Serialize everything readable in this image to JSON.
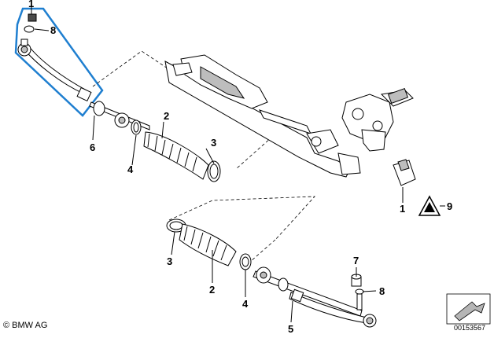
{
  "labels": {
    "l1_top": "1",
    "l8_top": "8",
    "l6": "6",
    "l2_top": "2",
    "l3_top": "3",
    "l4_top": "4",
    "l1_rack": "1",
    "l9": "9",
    "l3_bot": "3",
    "l2_bot": "2",
    "l4_bot": "4",
    "l5": "5",
    "l7": "7",
    "l8_bot": "8"
  },
  "footer": {
    "copyright": "© BMW AG",
    "doc_number": "00153567"
  },
  "colors": {
    "highlight": "#1f7fd0"
  }
}
